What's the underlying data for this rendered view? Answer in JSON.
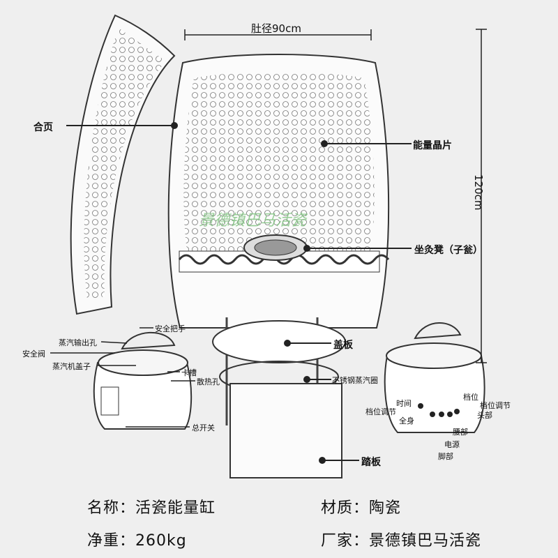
{
  "dimensions": {
    "width_label": "肚径90cm",
    "height_label": "120cm"
  },
  "watermark": "景德镇巴马活瓷",
  "callouts": {
    "hinge": "合页",
    "crystal": "能量晶片",
    "seat": "坐灸凳（子瓮）",
    "lid": "盖板",
    "steam_ring": "不锈钢蒸汽圈",
    "pedal": "踏板"
  },
  "steamer_labels": {
    "safety_handle": "安全把手",
    "steam_outlet": "蒸汽输出孔",
    "safety_valve": "安全阀",
    "steamer_lid": "蒸汽机盖子",
    "slot": "卡槽",
    "vent": "散热孔",
    "main_switch": "总开关"
  },
  "control_labels": {
    "gear": "档位",
    "time": "时间",
    "gear_adjust_right": "档位调节",
    "gear_adjust_left": "档位调节",
    "head": "头部",
    "full_body": "全身",
    "waist": "腰部",
    "power": "电源",
    "foot": "脚部"
  },
  "specs": {
    "name": "名称：活瓷能量缸",
    "material": "材质：陶瓷",
    "weight": "净重：260kg",
    "maker": "厂家：景德镇巴马活瓷"
  },
  "colors": {
    "background": "#efefef",
    "line": "#222222",
    "watermark": "#7cc27c"
  }
}
